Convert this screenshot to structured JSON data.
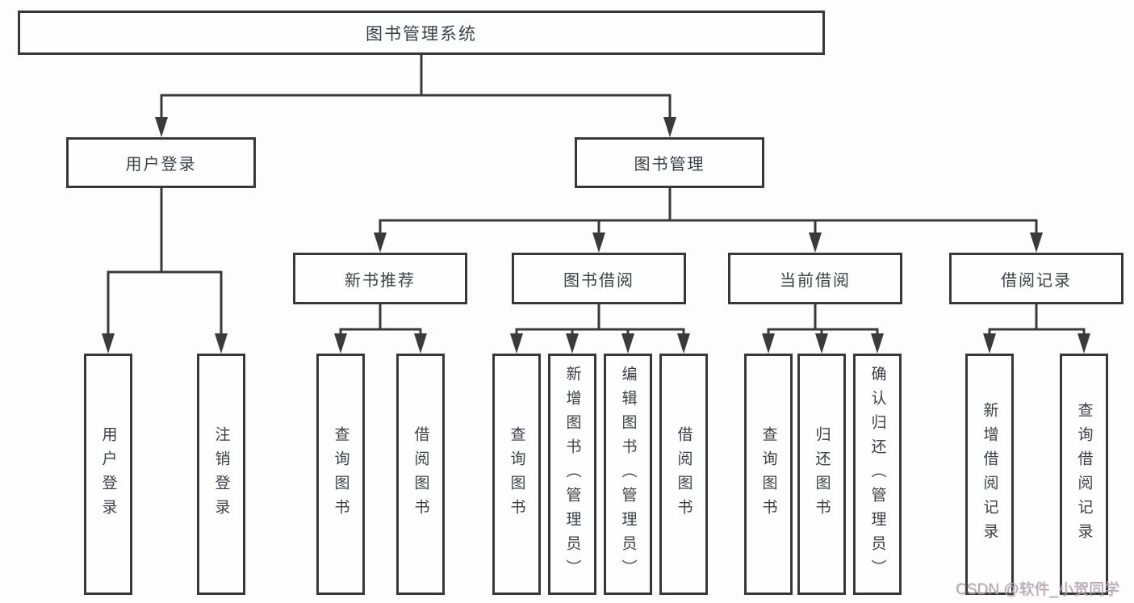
{
  "tree": {
    "root": {
      "label": "图书管理系统"
    },
    "branches": [
      {
        "label": "用户登录",
        "children": [
          {
            "label": "用户登录"
          },
          {
            "label": "注销登录"
          }
        ]
      },
      {
        "label": "图书管理",
        "children": [
          {
            "label": "新书推荐",
            "children": [
              {
                "label": "查询图书"
              },
              {
                "label": "借阅图书"
              }
            ]
          },
          {
            "label": "图书借阅",
            "children": [
              {
                "label": "查询图书"
              },
              {
                "label": "新增图书（管理员）"
              },
              {
                "label": "编辑图书（管理员）"
              },
              {
                "label": "借阅图书"
              }
            ]
          },
          {
            "label": "当前借阅",
            "children": [
              {
                "label": "查询图书"
              },
              {
                "label": "归还图书"
              },
              {
                "label": "确认归还（管理员）"
              }
            ]
          },
          {
            "label": "借阅记录",
            "children": [
              {
                "label": "新增借阅记录"
              },
              {
                "label": "查询借阅记录"
              }
            ]
          }
        ]
      }
    ]
  },
  "watermark": {
    "text": "CSDN @软件_小贺同学"
  },
  "colors": {
    "line": "#3a3a3a",
    "box_border": "#383838",
    "text": "#3c4046",
    "background": "#fdfdfd",
    "watermark": "#a9abb8"
  }
}
